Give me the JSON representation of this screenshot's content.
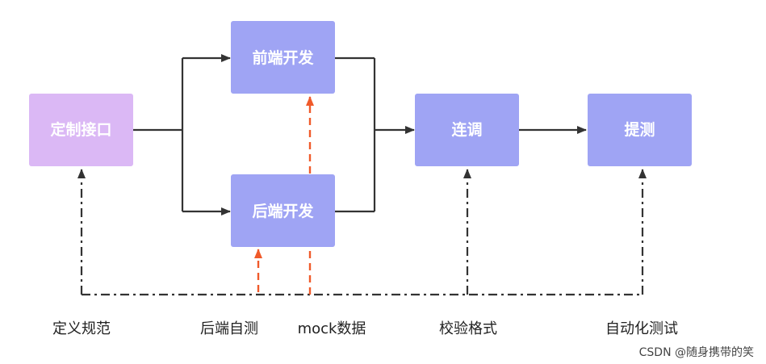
{
  "colors": {
    "spec_box": "#dbb8f5",
    "process_box": "#9fa4f4",
    "arrow": "#333333",
    "dashed": "#333333",
    "mock_arrow": "#f05a2a"
  },
  "nodes": {
    "spec": "定制接口",
    "frontend": "前端开发",
    "backend": "后端开发",
    "integration": "连调",
    "testing": "提测"
  },
  "captions": {
    "spec": "定义规范",
    "backend_selftest": "后端自测",
    "mock": "mock数据",
    "format_check": "校验格式",
    "auto_test": "自动化测试"
  },
  "watermark": "CSDN @随身携带的笑"
}
